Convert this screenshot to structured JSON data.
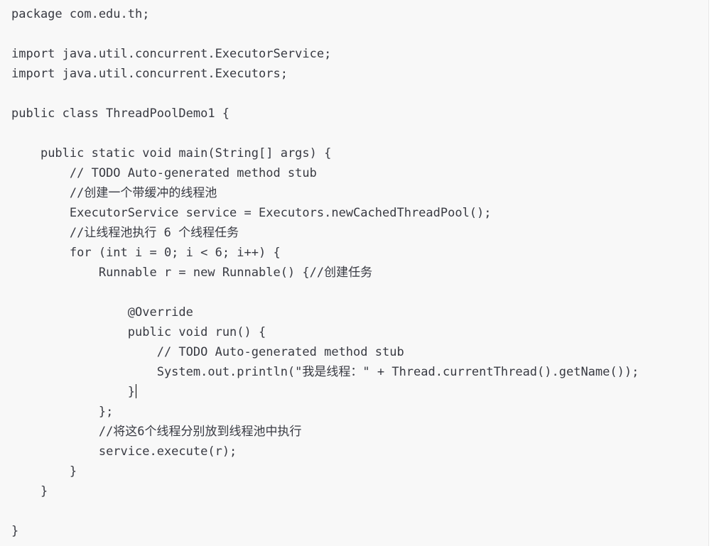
{
  "code": {
    "lines": [
      {
        "indent": "",
        "text": "package com.edu.th;"
      },
      {
        "indent": "",
        "text": ""
      },
      {
        "indent": "",
        "text": "import java.util.concurrent.ExecutorService;"
      },
      {
        "indent": "",
        "text": "import java.util.concurrent.Executors;"
      },
      {
        "indent": "",
        "text": ""
      },
      {
        "indent": "",
        "text": "public class ThreadPoolDemo1 {"
      },
      {
        "indent": "",
        "text": ""
      },
      {
        "indent": "    ",
        "text": "public static void main(String[] args) {"
      },
      {
        "indent": "        ",
        "text": "// TODO Auto-generated method stub"
      },
      {
        "indent": "        ",
        "text": "//创建一个带缓冲的线程池"
      },
      {
        "indent": "        ",
        "text": "ExecutorService service = Executors.newCachedThreadPool();"
      },
      {
        "indent": "        ",
        "text": "//让线程池执行 6 个线程任务"
      },
      {
        "indent": "        ",
        "text": "for (int i = 0; i < 6; i++) {"
      },
      {
        "indent": "            ",
        "text": "Runnable r = new Runnable() {//创建任务"
      },
      {
        "indent": "",
        "text": ""
      },
      {
        "indent": "                ",
        "text": "@Override"
      },
      {
        "indent": "                ",
        "text": "public void run() {"
      },
      {
        "indent": "                    ",
        "text": "// TODO Auto-generated method stub"
      },
      {
        "indent": "                    ",
        "text": "System.out.println(\"我是线程：\" + Thread.currentThread().getName());"
      },
      {
        "indent": "                ",
        "text": "}"
      },
      {
        "indent": "            ",
        "text": "};"
      },
      {
        "indent": "            ",
        "text": "//将这6个线程分别放到线程池中执行"
      },
      {
        "indent": "            ",
        "text": "service.execute(r);"
      },
      {
        "indent": "        ",
        "text": "}"
      },
      {
        "indent": "    ",
        "text": "}"
      },
      {
        "indent": "",
        "text": ""
      },
      {
        "indent": "",
        "text": "}"
      }
    ]
  }
}
